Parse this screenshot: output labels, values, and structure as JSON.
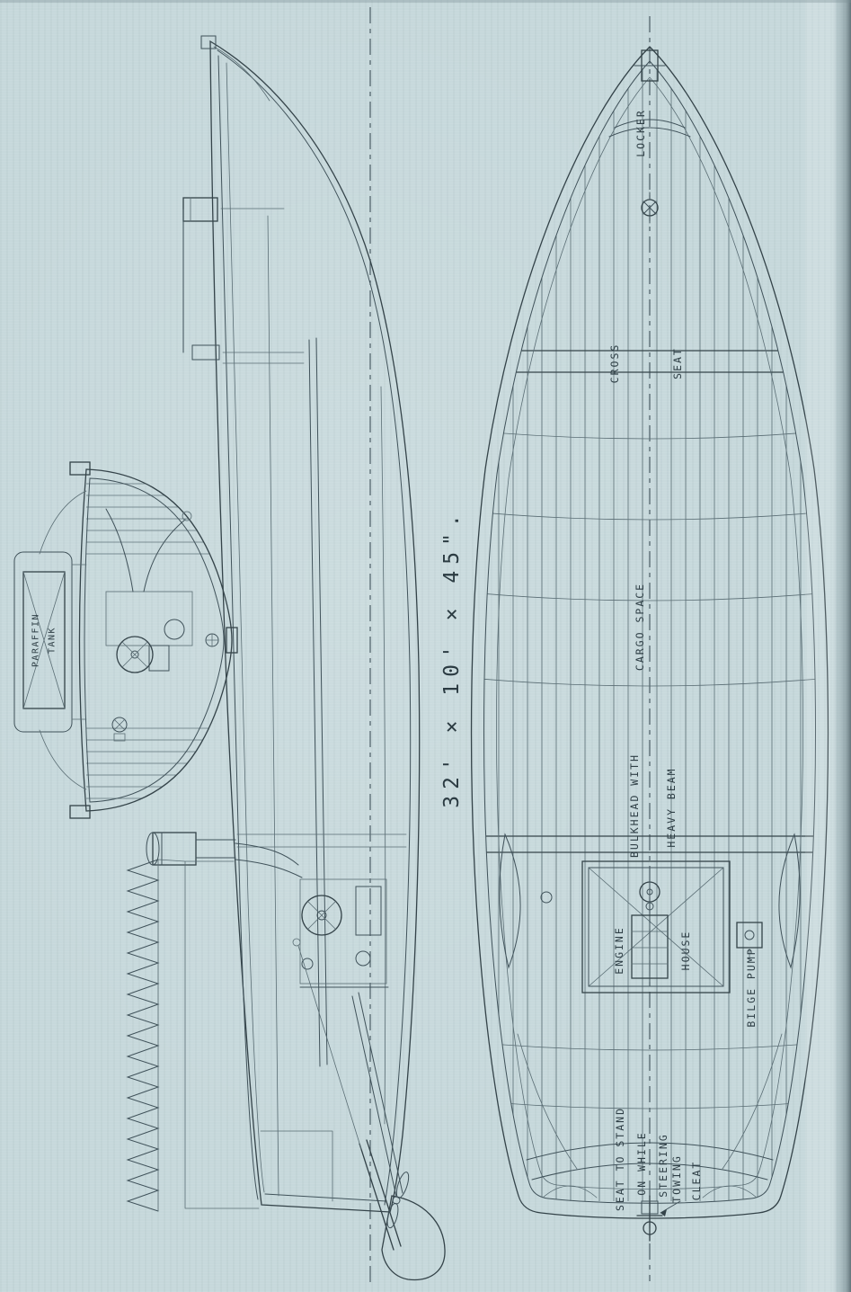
{
  "page": {
    "paper_color": "#c6d8db",
    "ink_color": "#344349",
    "dimension_label": "32' × 10' × 45\"."
  },
  "plan_view": {
    "locker_label": "LOCKER",
    "cross_seat_line1": "CROSS",
    "cross_seat_line2": "SEAT",
    "cargo_space_label": "CARGO SPACE",
    "bulkhead_line1": "BULKHEAD WITH",
    "bulkhead_line2": "HEAVY BEAM",
    "engine_house_line1": "ENGINE",
    "engine_house_line2": "HOUSE",
    "bilge_pump_label": "BILGE PUMP",
    "steering_seat_line1": "SEAT TO STAND",
    "steering_seat_line2": "ON WHILE",
    "steering_seat_line3": "STEERING",
    "towing_cleat_line1": "TOWING",
    "towing_cleat_line2": "CLEAT"
  },
  "section_view": {
    "tank_line1": "PARAFFIN",
    "tank_line2": "TANK"
  }
}
